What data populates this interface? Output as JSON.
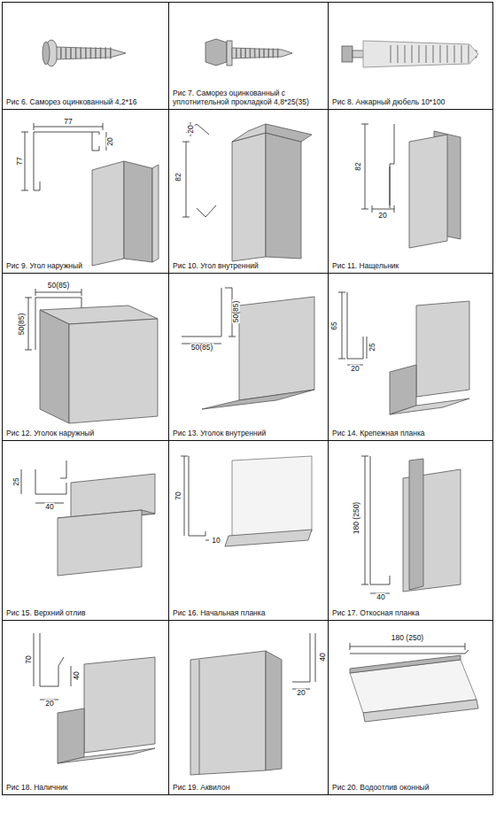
{
  "diagram": {
    "nodes": [
      {
        "text": [
          "Рис 6. Саморез оцинкованный 4,2*16"
        ]
      },
      {
        "text": [
          "Рис 7. Саморез оцинкованный с уплотнительной прокладкой 4,8*25(35)"
        ]
      },
      {
        "text": [
          "Рис 8. Анкарный дюбель 10*100"
        ]
      },
      {
        "text": [
          "Рис 9. Угол наружный"
        ]
      },
      {
        "text": [
          "Рис 10. Угол внутренний"
        ]
      },
      {
        "text": [
          "Рис 11. Нащельник"
        ]
      },
      {
        "text": [
          "Рис 12. Уголок наружный"
        ]
      },
      {
        "text": [
          "Рис 13. Уголок внутренний"
        ]
      },
      {
        "text": [
          "Рис 14. Крепежная планка"
        ]
      },
      {
        "text": [
          "Рис 15. Верхний отлив"
        ]
      },
      {
        "text": [
          "Рис 16. Начальная планка"
        ]
      },
      {
        "text": [
          "Рис 17. Откосная планка"
        ]
      },
      {
        "text": [
          "Рис 18. Наличник"
        ]
      },
      {
        "text": [
          "Рис 19. Аквилон"
        ]
      },
      {
        "text": [
          "Рис 20. Водоотлив оконный"
        ]
      }
    ],
    "labels": [
      "77",
      "77",
      "20",
      "20",
      "82",
      "82",
      "20",
      "50(85)",
      "50(85)",
      "50(85)",
      "50(85)",
      "65",
      "25",
      "20",
      "25",
      "40",
      "70",
      "10",
      "180 (250)",
      "40",
      "70",
      "40",
      "20",
      "40",
      "20",
      "180 (250)"
    ]
  }
}
